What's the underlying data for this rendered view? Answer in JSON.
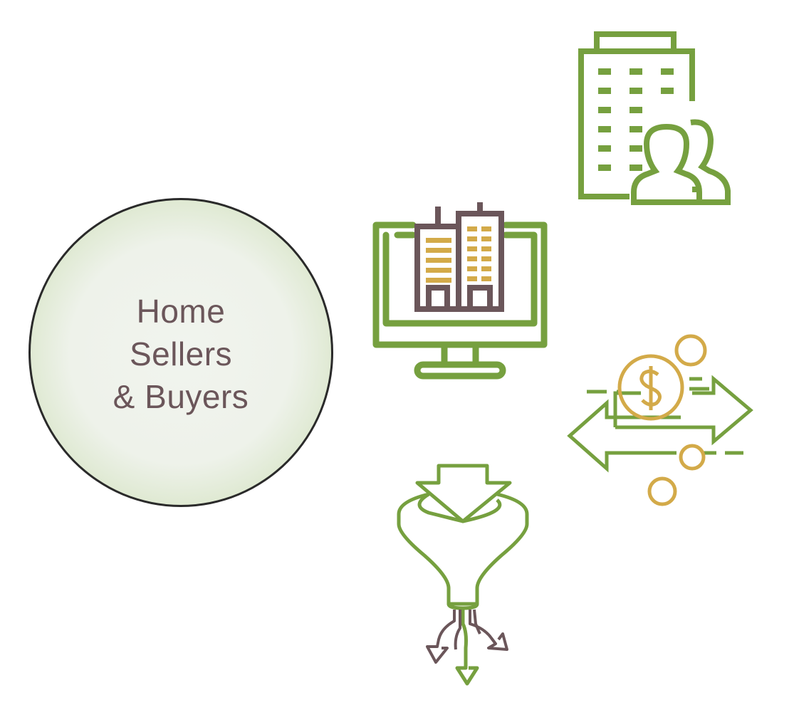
{
  "hub": {
    "line1": "Home",
    "line2": "Sellers",
    "line3": "& Buyers"
  },
  "icons": [
    {
      "name": "office-building-people-icon"
    },
    {
      "name": "computer-monitor-buildings-icon"
    },
    {
      "name": "money-exchange-arrows-icon"
    },
    {
      "name": "funnel-filter-icon"
    }
  ],
  "colors": {
    "green": "#76a03f",
    "mauve": "#6b565a",
    "gold": "#d3aa49",
    "text": "#6b565a"
  }
}
